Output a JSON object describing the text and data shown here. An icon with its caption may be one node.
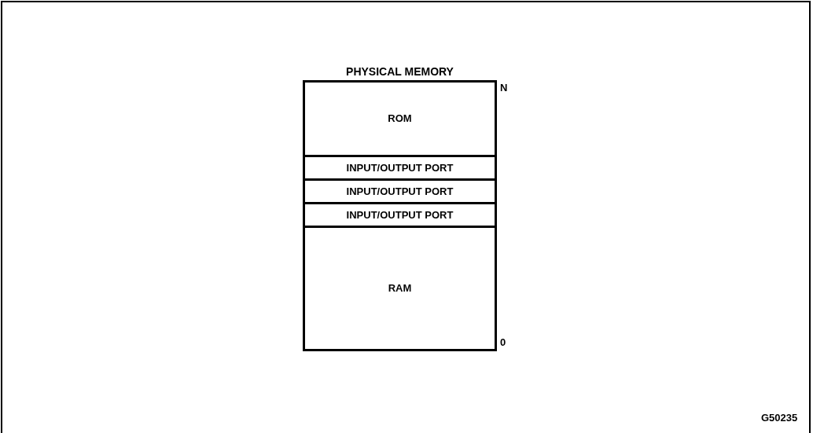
{
  "diagram": {
    "nodes": [
      {
        "text": [
          "PHYSICAL MEMORY"
        ]
      },
      {
        "text": [
          "ROM"
        ],
        "in": 0
      },
      {
        "text": [
          "INPUT/OUTPUT PORT"
        ],
        "in": 0
      },
      {
        "text": [
          "INPUT/OUTPUT PORT"
        ],
        "in": 0
      },
      {
        "text": [
          "INPUT/OUTPUT PORT"
        ],
        "in": 0
      },
      {
        "text": [
          "RAM"
        ],
        "in": 0
      }
    ],
    "labels": [
      "N",
      "0",
      "G50235"
    ]
  }
}
